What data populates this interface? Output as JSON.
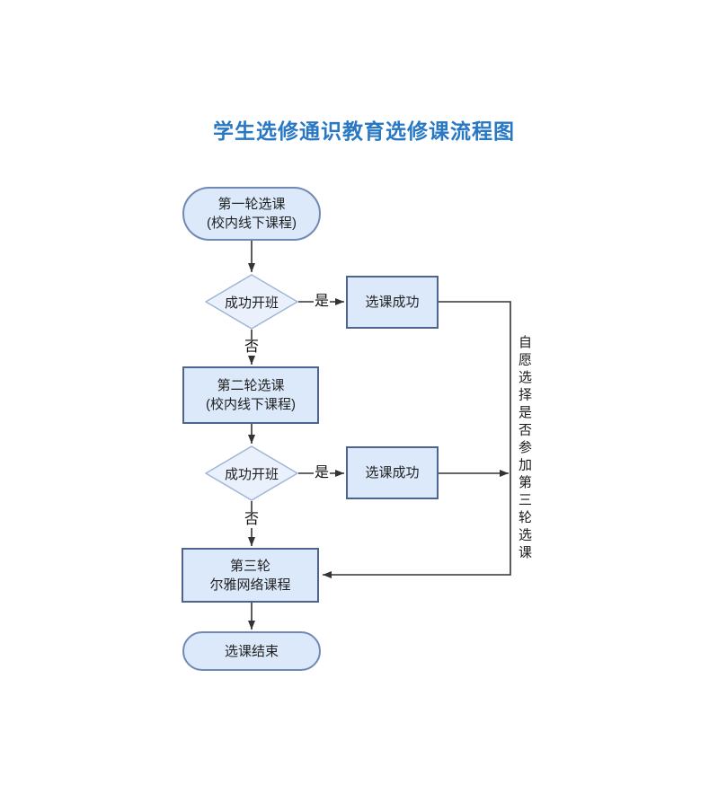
{
  "title": "学生选修通识教育选修课流程图",
  "nodes": {
    "start": {
      "line1": "第一轮选课",
      "line2": "(校内线下课程)"
    },
    "decision1": {
      "label": "成功开班"
    },
    "success1": {
      "label": "选课成功"
    },
    "round2": {
      "line1": "第二轮选课",
      "line2": "(校内线下课程)"
    },
    "decision2": {
      "label": "成功开班"
    },
    "success2": {
      "label": "选课成功"
    },
    "round3": {
      "line1": "第三轮",
      "line2": "尔雅网络课程"
    },
    "end": {
      "label": "选课结束"
    }
  },
  "edge_labels": {
    "yes1": "是",
    "no1": "否",
    "yes2": "是",
    "no2": "否"
  },
  "side_note": "自愿选择是否参加第三轮选课",
  "colors": {
    "title_text": "#2878c4",
    "node_fill": "#dbe9fb",
    "rect_border": "#4e648c",
    "stadium_border": "#7089b4",
    "diamond_fill": "#eaf1fc",
    "diamond_border": "#9fb6d8",
    "connector_line": "#333333",
    "node_text": "#222222"
  }
}
